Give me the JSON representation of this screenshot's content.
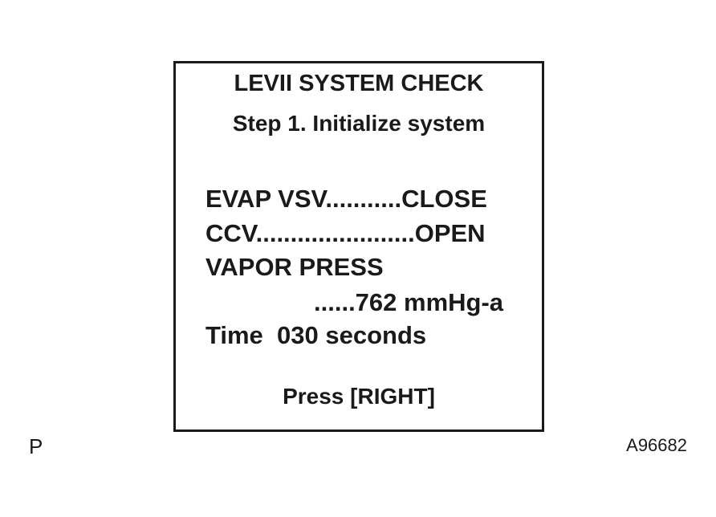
{
  "screen": {
    "title": "LEVII SYSTEM CHECK",
    "step": "Step 1. Initialize system",
    "rows": {
      "evap_vsv": "EVAP VSV...........CLOSE",
      "ccv": "CCV.......................OPEN",
      "vapor_press_label": "VAPOR PRESS",
      "vapor_press_value": "......762 mmHg-a",
      "time": "Time  030 seconds"
    },
    "prompt": "Press [RIGHT]"
  },
  "footer": {
    "left_mark": "P",
    "figure_id": "A96682"
  }
}
